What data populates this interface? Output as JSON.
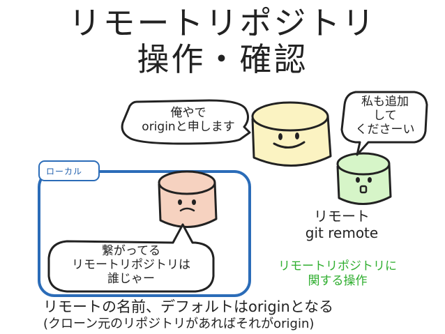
{
  "title": {
    "line1": "リモートリポジトリ",
    "line2": "操作・確認"
  },
  "bubbles": {
    "origin": {
      "line1": "俺やで",
      "line2": "originと申します"
    },
    "add": {
      "line1": "私も追加",
      "line2": "して",
      "line3": "くださーい"
    },
    "local": {
      "line1": "繋がってる",
      "line2": "リモートリポジトリは",
      "line3": "誰じゃー"
    }
  },
  "local_label": "ローカル",
  "remote_label": {
    "line1": "リモート",
    "line2": "git remote"
  },
  "green_note": {
    "line1": "リモートリポジトリに",
    "line2": "関する操作"
  },
  "footer": {
    "line1": "リモートの名前、デフォルトはoriginとなる",
    "line2": "(クローン元のリポジトリがあればそれがorigin)"
  },
  "colors": {
    "origin_repo": "#fbf3c2",
    "added_repo": "#d6f5c8",
    "local_repo": "#f6d2c0",
    "local_frame": "#2b6cb8",
    "green_text": "#2fae2f"
  }
}
